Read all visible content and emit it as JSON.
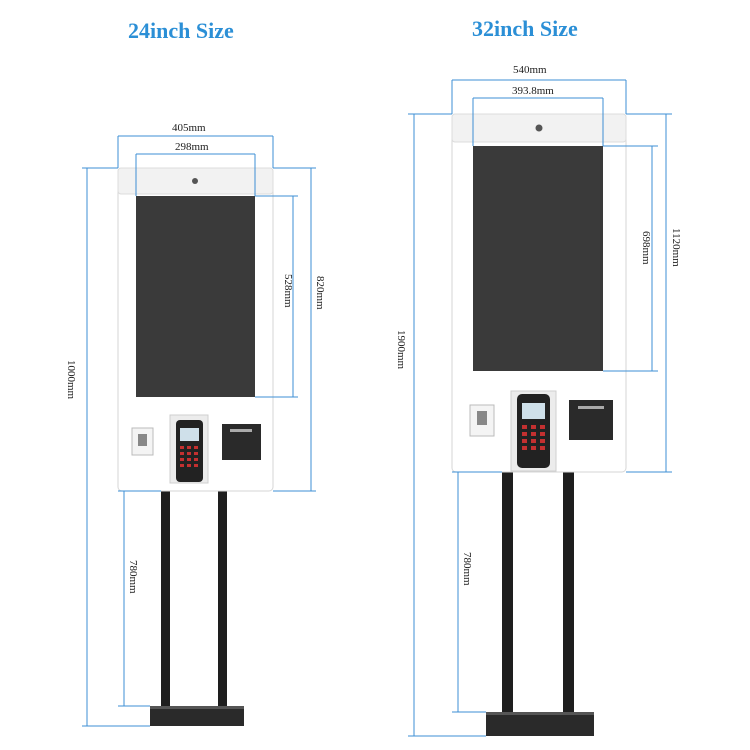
{
  "kiosk_small": {
    "title": "24inch Size",
    "outer_width": "405mm",
    "screen_width": "298mm",
    "screen_height": "528mm",
    "body_height": "820mm",
    "total_height": "1000mm",
    "stand_height": "780mm"
  },
  "kiosk_large": {
    "title": "32inch Size",
    "outer_width": "540mm",
    "screen_width": "393.8mm",
    "screen_height": "698mm",
    "body_height": "1120mm",
    "total_height": "1900mm",
    "stand_height": "780mm"
  },
  "colors": {
    "dimension_line": "#3d8fd4",
    "title": "#2b8fd6",
    "screen": "#3a3a3a",
    "body": "#ffffff",
    "stand": "#1e1e1e"
  }
}
